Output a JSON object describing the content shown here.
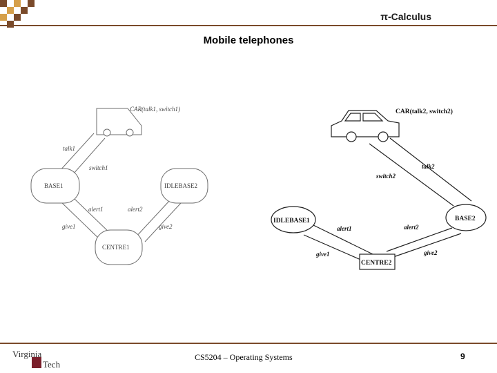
{
  "header": {
    "slide_title": "π-Calculus",
    "subtitle": "Mobile telephones"
  },
  "left_diagram": {
    "car_label": "CAR(talk1, switch1)",
    "base_label": "BASE1",
    "idlebase_label": "IDLEBASE2",
    "centre_label": "CENTRE1",
    "talk_label": "talk1",
    "switch_label": "switch1",
    "alert1_label": "alert1",
    "alert2_label": "alert2",
    "give1_label": "give1",
    "give2_label": "give2"
  },
  "right_diagram": {
    "car_label": "CAR(talk2, switch2)",
    "base_label": "BASE2",
    "idlebase_label": "IDLEBASE1",
    "centre_label": "CENTRE2",
    "talk_label": "talk2",
    "switch_label": "switch2",
    "alert1_label": "alert1",
    "alert2_label": "alert2",
    "give1_label": "give1",
    "give2_label": "give2"
  },
  "footer": {
    "course": "CS5204 – Operating Systems",
    "page_number": "9",
    "logo_word1": "Virginia",
    "logo_word2": "Tech"
  },
  "colors": {
    "accent_brown": "#7a4a2a",
    "accent_gold": "#d6a04a",
    "accent_maroon": "#7a1f2b"
  }
}
